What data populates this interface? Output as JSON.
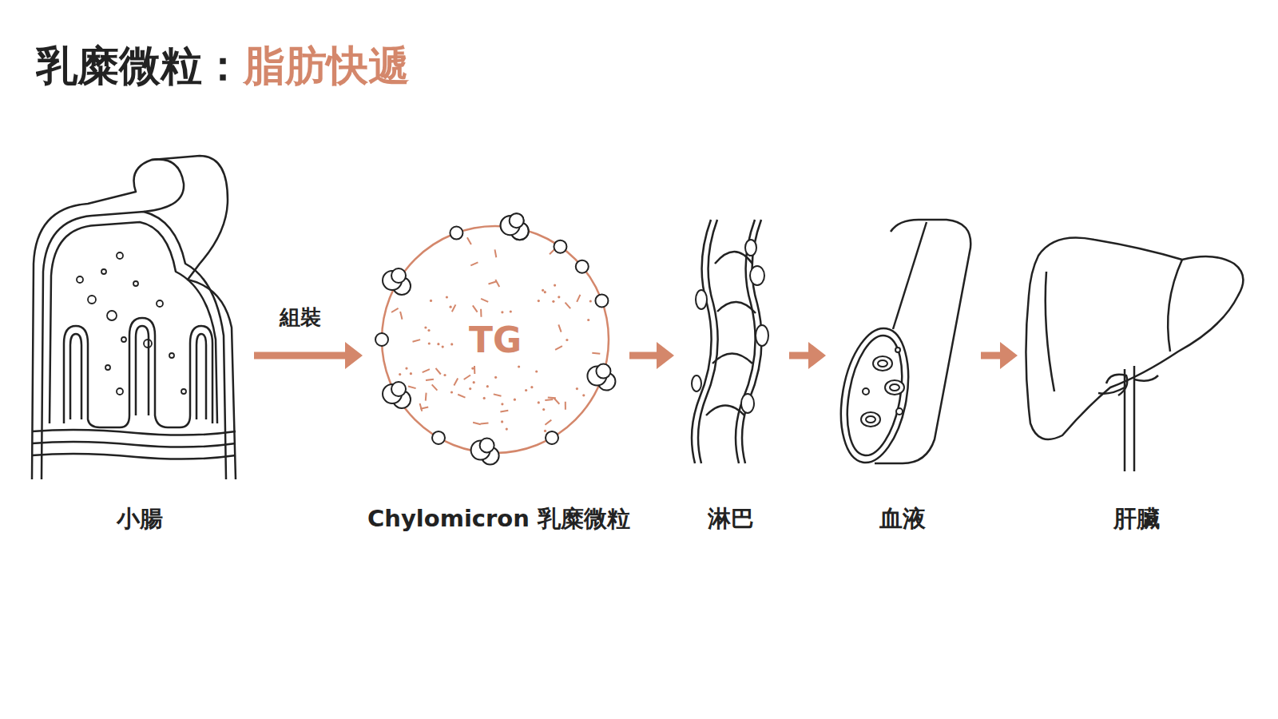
{
  "diagram": {
    "title": "乳糜微粒：脂肪快遞",
    "nodes": [
      {
        "text": [
          "小腸"
        ]
      },
      {
        "text": [
          "TG",
          "Chylomicron 乳糜微粒"
        ]
      },
      {
        "text": [
          "淋巴"
        ]
      },
      {
        "text": [
          "血液"
        ]
      },
      {
        "text": [
          "肝臟"
        ]
      }
    ],
    "edges": [
      {
        "from": 0,
        "to": 1,
        "label": "組裝",
        "arrow": "to"
      },
      {
        "from": 1,
        "to": 2,
        "arrow": "to"
      },
      {
        "from": 2,
        "to": 3,
        "arrow": "to"
      },
      {
        "from": 3,
        "to": 4,
        "arrow": "to"
      }
    ]
  }
}
